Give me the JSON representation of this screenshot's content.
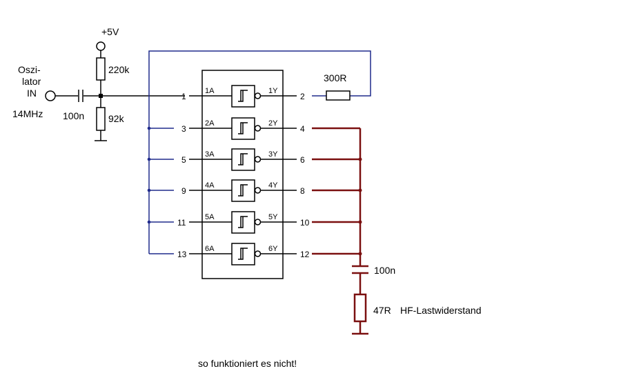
{
  "labels": {
    "osc_1": "Oszi-",
    "osc_2": "lator",
    "osc_3": "IN",
    "freq": "14MHz",
    "vcc": "+5V",
    "r_top": "220k",
    "r_bottom": "92k",
    "c_in": "100n",
    "r_fb": "300R",
    "c_out": "100n",
    "r_load": "47R",
    "r_load_name": "HF-Lastwiderstand",
    "caption": "so funktioniert es nicht!"
  },
  "gates": [
    {
      "in_pin": "1",
      "out_pin": "2",
      "in_name": "1A",
      "out_name": "1Y"
    },
    {
      "in_pin": "3",
      "out_pin": "4",
      "in_name": "2A",
      "out_name": "2Y"
    },
    {
      "in_pin": "5",
      "out_pin": "6",
      "in_name": "3A",
      "out_name": "3Y"
    },
    {
      "in_pin": "9",
      "out_pin": "8",
      "in_name": "4A",
      "out_name": "4Y"
    },
    {
      "in_pin": "11",
      "out_pin": "10",
      "in_name": "5A",
      "out_name": "5Y"
    },
    {
      "in_pin": "13",
      "out_pin": "12",
      "in_name": "6A",
      "out_name": "6Y"
    }
  ],
  "colors": {
    "input_bus": "#1f2a8c",
    "output_bus": "#7a0f0f",
    "wire": "#000000"
  }
}
